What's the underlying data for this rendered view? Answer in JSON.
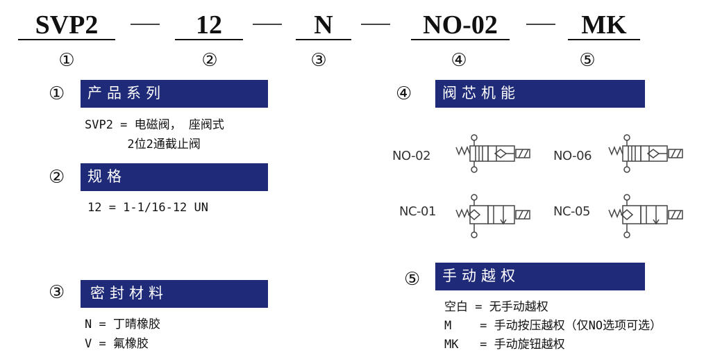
{
  "model_parts": [
    {
      "code": "SVP2",
      "num": "①"
    },
    {
      "code": "12",
      "num": "②"
    },
    {
      "code": "N",
      "num": "③"
    },
    {
      "code": "NO-02",
      "num": "④"
    },
    {
      "code": "MK",
      "num": "⑤"
    }
  ],
  "sections": {
    "series": {
      "num": "①",
      "title": "产品系列",
      "lines": [
        "SVP2 = 电磁阀， 座阀式",
        "      2位2通截止阀"
      ]
    },
    "size": {
      "num": "②",
      "title": "规格",
      "lines": [
        "12 = 1-1/16-12 UN"
      ]
    },
    "seal": {
      "num": "③",
      "title": "密封材料",
      "lines": [
        "N = 丁晴橡胶",
        "V = 氟橡胶"
      ]
    },
    "spool": {
      "num": "④",
      "title": "阀芯机能",
      "options": [
        {
          "label": "NO-02"
        },
        {
          "label": "NO-06"
        },
        {
          "label": "NC-01"
        },
        {
          "label": "NC-05"
        }
      ]
    },
    "override": {
      "num": "⑤",
      "title": "手动越权",
      "lines": [
        "空白 = 无手动越权",
        "M    = 手动按压越权（仅NO选项可选）",
        "MK   = 手动旋钮越权"
      ]
    }
  }
}
